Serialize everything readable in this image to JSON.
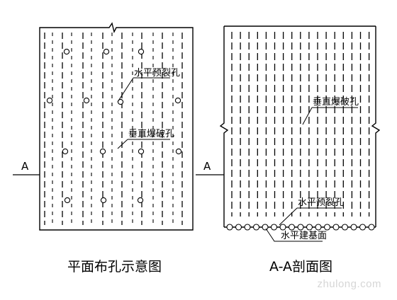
{
  "plan_view": {
    "title": "平面布孔示意图",
    "label_horizontal_presplit": "水平预裂孔",
    "label_vertical_blast": "垂直爆破孔",
    "section_marker": "A"
  },
  "section_view": {
    "title": "A-A剖面图",
    "label_vertical_blast": "垂直爆破孔",
    "label_horizontal_presplit": "水平预裂孔",
    "label_foundation_plane": "水平建基面",
    "section_marker": "A"
  },
  "watermark": "zhulong.com",
  "colors": {
    "line": "#000000",
    "background": "#ffffff",
    "watermark": "#d6d6d6"
  }
}
